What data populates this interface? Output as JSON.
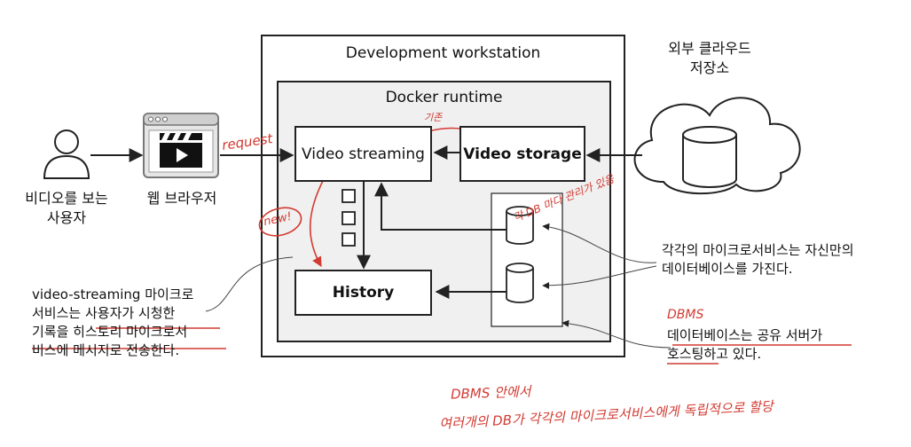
{
  "diagram": {
    "user_label": [
      "비디오를 보는",
      "사용자"
    ],
    "browser_label": "웹 브라우저",
    "workstation_title": "Development workstation",
    "docker_title": "Docker runtime",
    "video_streaming": "Video streaming",
    "video_storage": "Video storage",
    "history": "History",
    "cloud_label": [
      "외부 클라우드",
      "저장소"
    ],
    "note_left": [
      "video-streaming 마이크로",
      "서비스는 사용자가 시청한",
      "기록을 히스토리 마이크로서",
      "비스에 메시지로 전송한다."
    ],
    "note_right_top": [
      "각각의 마이크로서비스는 자신만의",
      "데이터베이스를 가진다."
    ],
    "note_right_bottom": [
      "데이터베이스는 공유 서버가",
      "호스팅하고 있다."
    ],
    "colors": {
      "line": "#222222",
      "annotation": "#d23a32",
      "fill": "#f0f0f0"
    }
  },
  "handwriting": {
    "request": "request",
    "label_top": "기존",
    "new": "new!",
    "db_note": "각 DB 마다 관리가 있음",
    "dbms": "DBMS",
    "bottom_line1": "DBMS 안에서",
    "bottom_line2": "여러개의 DB가 각각의 마이크로서비스에게 독립적으로 할당"
  }
}
